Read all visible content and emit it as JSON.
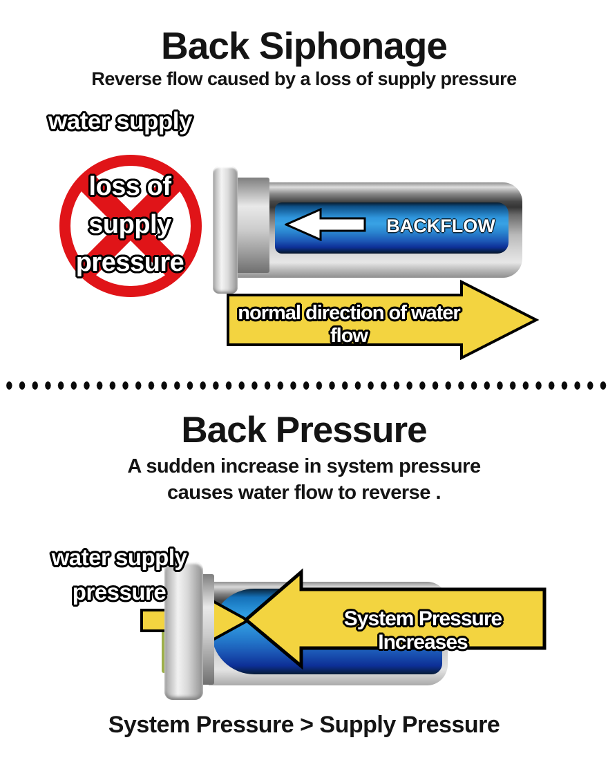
{
  "colors": {
    "prohibition_red": "#e01418",
    "arrow_yellow": "#f3d440",
    "water_bright": "#2f96dd",
    "water_deep": "#0d2f96"
  },
  "siphonage": {
    "title": "Back Siphonage",
    "subtitle": "Reverse flow caused by a loss of supply pressure",
    "water_supply_label": "water supply",
    "prohibition_lines": [
      "loss of",
      "supply",
      "pressure"
    ],
    "backflow_label": "BACKFLOW",
    "flow_arrow_label": "normal direction of water flow"
  },
  "back_pressure": {
    "title": "Back Pressure",
    "subtitle_lines": [
      "A sudden increase in system pressure",
      "causes water flow to reverse ."
    ],
    "water_supply_pressure_lines": [
      "water supply",
      "pressure"
    ],
    "system_arrow_label": "System Pressure Increases",
    "equation": "System Pressure > Supply Pressure"
  }
}
